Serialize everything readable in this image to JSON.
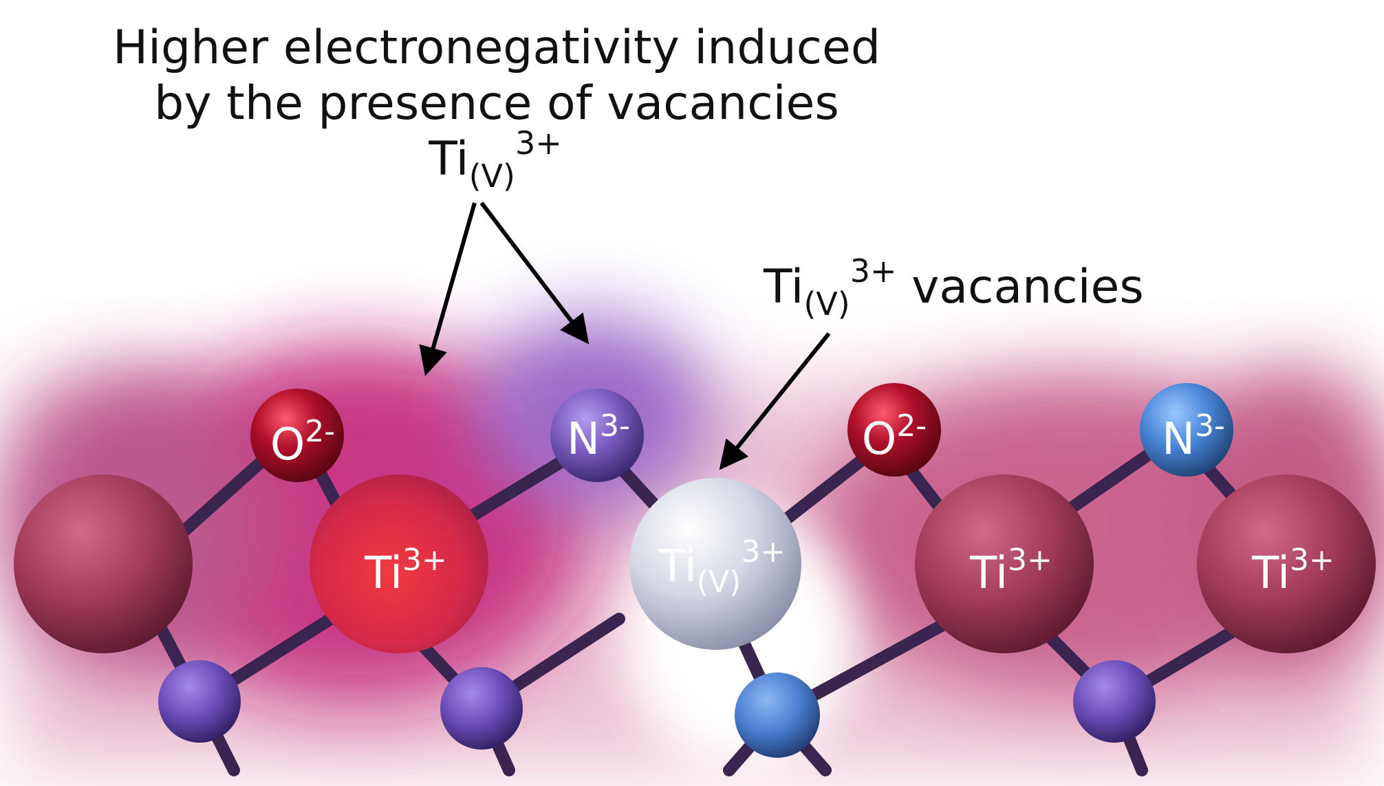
{
  "annotations": {
    "top": {
      "line1": "Higher electronegativity induced",
      "line2": "by the presence of vacancies",
      "species": {
        "base": "Ti",
        "sub": "(V)",
        "sup": "3+"
      }
    },
    "right": {
      "species": {
        "base": "Ti",
        "sub": "(V)",
        "sup": "3+"
      },
      "suffix": " vacancies"
    }
  },
  "atoms": {
    "o_left": {
      "base": "O",
      "sup": "2-"
    },
    "n_left": {
      "base": "N",
      "sup": "3-"
    },
    "ti_left": {
      "base": "Ti",
      "sup": "3+"
    },
    "ti_vac": {
      "base": "Ti",
      "sub": "(V)",
      "sup": "3+"
    },
    "o_right": {
      "base": "O",
      "sup": "2-"
    },
    "n_right": {
      "base": "N",
      "sup": "3-"
    },
    "ti_mid": {
      "base": "Ti",
      "sup": "3+"
    },
    "ti_right": {
      "base": "Ti",
      "sup": "3+"
    }
  },
  "colors": {
    "oxygen": "#b0102a",
    "nitrogen": "#7a5cc0",
    "nitrogen_right": "#4a86d8",
    "titanium": "#a83a5a",
    "titanium_hot": "#e03040",
    "vacancy": "#d7dce6",
    "bond": "#3a2450",
    "halo": "#c21c6a",
    "arrow": "#000000",
    "text": "#111111",
    "atom_text": "#ffffff"
  }
}
